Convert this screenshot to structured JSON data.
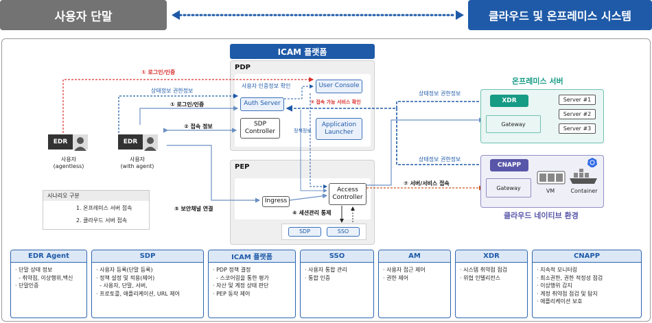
{
  "header": {
    "left": "사용자 단말",
    "right": "클라우드 및 온프레미스 시스템"
  },
  "icam": {
    "title": "ICAM 플랫폼",
    "pdp": {
      "title": "PDP",
      "auth_server": "Auth Server",
      "user_console": "User Console",
      "sdp_controller": "SDP\nController",
      "app_launcher": "Application\nLauncher",
      "label_user_auth_check": "사용자 인증정보 확인",
      "label_policy": "정책정보"
    },
    "pep": {
      "title": "PEP",
      "ingress": "Ingress",
      "access_controller": "Access\nController",
      "sdp": "SDP",
      "sso": "SSO"
    }
  },
  "users": {
    "agentless": {
      "badge": "EDR",
      "caption": "사용자\n(agentless)"
    },
    "with_agent": {
      "badge": "EDR",
      "caption": "사용자\n(with agent)"
    }
  },
  "flows": {
    "login_red": "① 로그인/인증",
    "status_top": "상태정보 권한정보",
    "login_blue": "① 로그인/인증",
    "access_info": "② 접속 정보",
    "access_check": "③ 접속 가능 서비스 확인",
    "secure_channel": "⑤ 보안채널 연결",
    "session_ctrl": "⑥ 세션관리 통제",
    "server_access": "⑦ 서버/서비스 접속",
    "status_xdr": "상태정보 권한정보",
    "status_cnapp": "상태정보 권한정보"
  },
  "legend": {
    "title": "시나리오 구분",
    "item1": "1. 온프레미스 서버 접속",
    "item2": "2. 클라우드 서버 접속"
  },
  "onprem": {
    "title": "온프레미스 서버",
    "xdr": "XDR",
    "gateway": "Gateway",
    "servers": [
      "Server #1",
      "Server #2",
      "Server #3"
    ]
  },
  "cloud": {
    "title": "클라우드 네이티브 환경",
    "cnapp": "CNAPP",
    "gateway": "Gateway",
    "vm": "VM",
    "container": "Container"
  },
  "cards": [
    {
      "title": "EDR Agent",
      "lines": [
        "· 단말 상태 정보",
        "  - 취약점, 이상행위,백신",
        "· 단말인증"
      ]
    },
    {
      "title": "SDP",
      "lines": [
        "· 사용자 등록(단말 등록)",
        "· 정책 설정 및 적용(제어)",
        "  - 사용자, 단말, 서버,",
        "· 프로토콜, 애플리케이션, URL 제어"
      ]
    },
    {
      "title": "ICAM 플랫폼",
      "lines": [
        "· PDP 정책 결정",
        "  - 스코어링을 통한 평가",
        "· 자산 및 계정 상태 판단",
        "· PEP 동작 제어"
      ]
    },
    {
      "title": "SSO",
      "lines": [
        "· 사용자 통합 관리",
        "· 통합 인증"
      ]
    },
    {
      "title": "AM",
      "lines": [
        "· 사용자 접근 제어",
        "· 권한 제어"
      ]
    },
    {
      "title": "XDR",
      "lines": [
        "· 시스템 취약점 점검",
        "· 위협 인텔리전스"
      ]
    },
    {
      "title": "CNAPP",
      "lines": [
        "· 지속적 모니터링",
        "· 최소권한, 권한 적정성 점검",
        "· 이상행위 감지",
        "· 계정 취약점 점검 및 탐지",
        "· 애플리케이션 보호"
      ]
    }
  ],
  "colors": {
    "brand_blue": "#1f5aa8",
    "header_gray": "#737373",
    "flow_red": "#d8302d",
    "flow_orange": "#c9541c",
    "onprem_green": "#169b85",
    "cloud_purple": "#5856a8"
  }
}
